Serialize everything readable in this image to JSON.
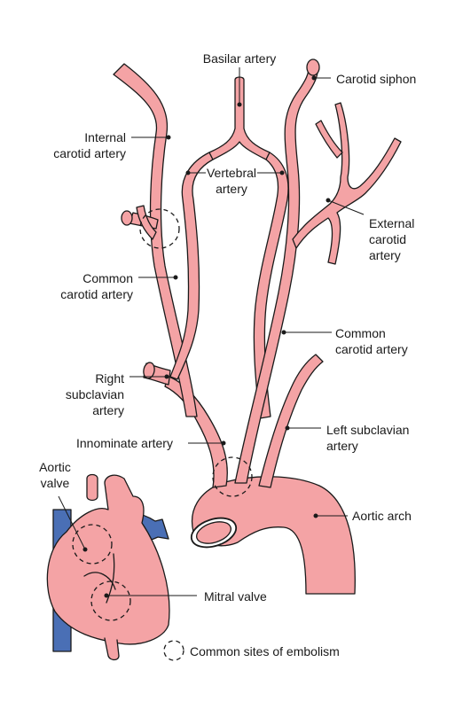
{
  "colors": {
    "artery": "#f4a3a5",
    "vein": "#4a6fb5",
    "outline": "#1a1a1a",
    "background": "#ffffff"
  },
  "labels": {
    "basilar_artery": "Basilar artery",
    "carotid_siphon": "Carotid siphon",
    "internal_carotid_artery": "Internal\ncarotid artery",
    "vertebral_artery": "Vertebral\nartery",
    "external_carotid_artery": "External\ncarotid\nartery",
    "common_carotid_artery_left_label": "Common\ncarotid artery",
    "common_carotid_artery_right_label": "Common\ncarotid artery",
    "right_subclavian_artery": "Right\nsubclavian\nartery",
    "left_subclavian_artery": "Left subclavian\nartery",
    "innominate_artery": "Innominate artery",
    "aortic_valve": "Aortic\nvalve",
    "aortic_arch": "Aortic arch",
    "mitral_valve": "Mitral valve"
  },
  "legend": {
    "symbol": "dashed-circle",
    "text": "Common sites of embolism"
  }
}
